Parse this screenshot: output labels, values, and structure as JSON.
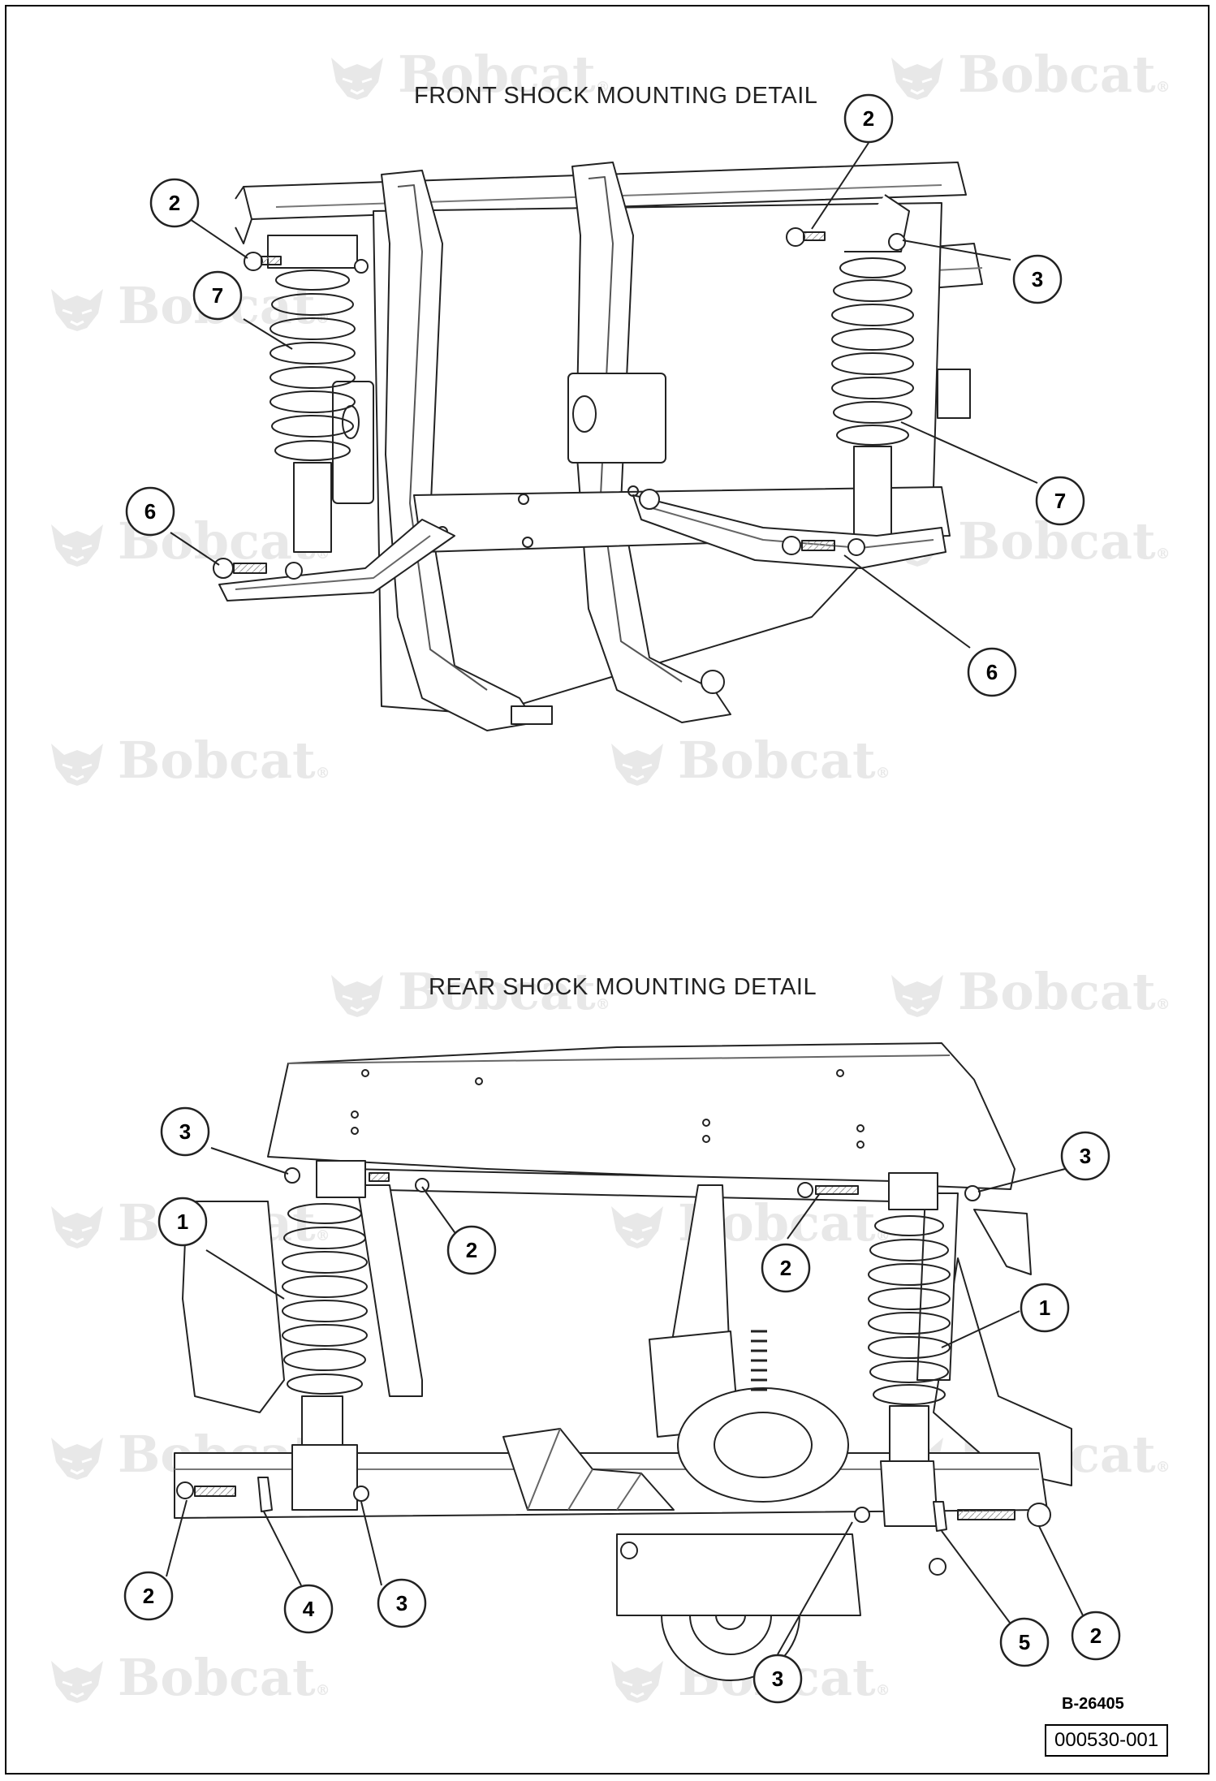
{
  "titles": {
    "front": "FRONT SHOCK MOUNTING DETAIL",
    "rear": "REAR SHOCK MOUNTING DETAIL"
  },
  "watermark": {
    "text": "Bobcat",
    "mark": "®",
    "icon": "bobcat-logo-icon"
  },
  "reference": "B-26405",
  "document_number": "000530-001",
  "callouts": {
    "front": [
      {
        "id": "f1",
        "label": "2"
      },
      {
        "id": "f2",
        "label": "7"
      },
      {
        "id": "f3",
        "label": "6"
      },
      {
        "id": "f4",
        "label": "2"
      },
      {
        "id": "f5",
        "label": "3"
      },
      {
        "id": "f6",
        "label": "7"
      },
      {
        "id": "f7",
        "label": "6"
      }
    ],
    "rear": [
      {
        "id": "r1",
        "label": "3"
      },
      {
        "id": "r2",
        "label": "1"
      },
      {
        "id": "r3",
        "label": "2"
      },
      {
        "id": "r4",
        "label": "2"
      },
      {
        "id": "r5",
        "label": "3"
      },
      {
        "id": "r6",
        "label": "1"
      },
      {
        "id": "r7",
        "label": "2"
      },
      {
        "id": "r8",
        "label": "4"
      },
      {
        "id": "r9",
        "label": "3"
      },
      {
        "id": "r10",
        "label": "3"
      },
      {
        "id": "r11",
        "label": "5"
      },
      {
        "id": "r12",
        "label": "2"
      }
    ]
  },
  "colors": {
    "line": "#222222",
    "watermark": "#e8e8e8"
  }
}
